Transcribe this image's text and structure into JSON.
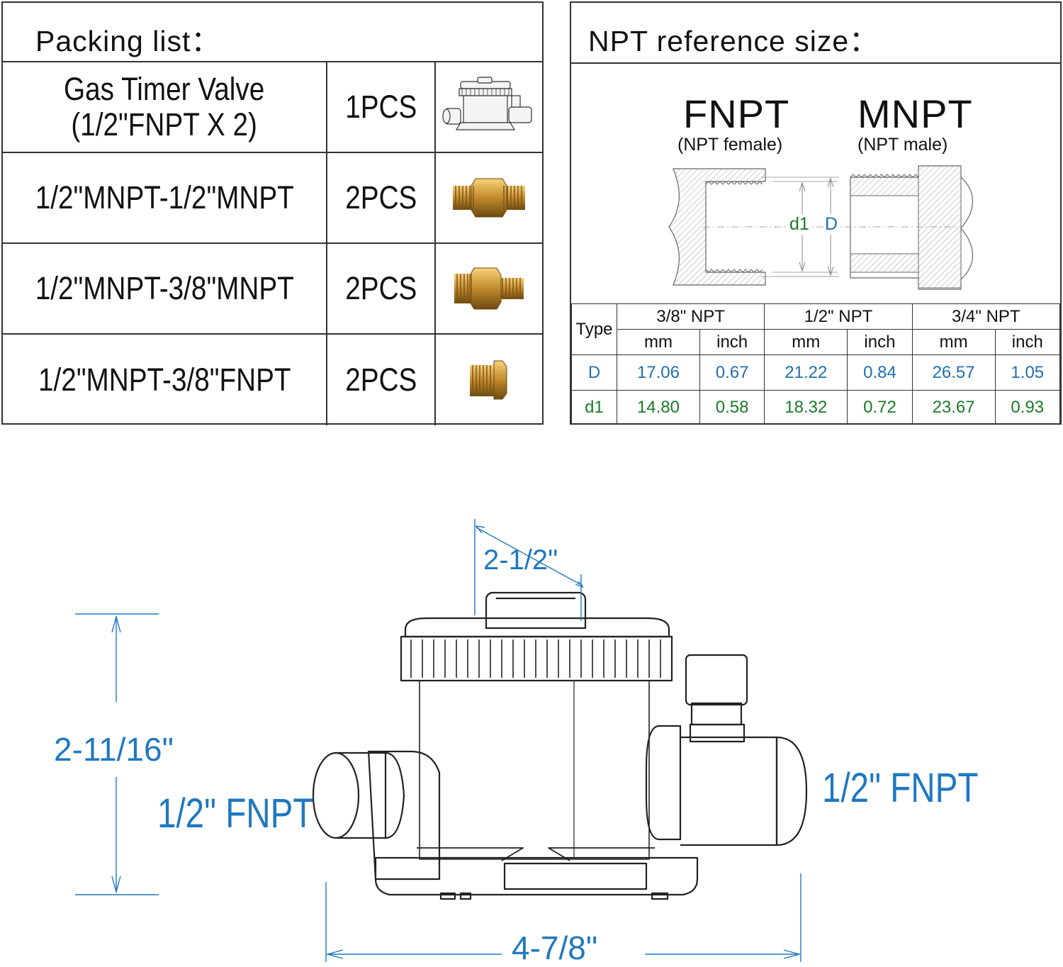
{
  "packing": {
    "title": "Packing list：",
    "rows": [
      {
        "name_line1": "Gas Timer Valve",
        "name_line2": "(1/2\"FNPT  X 2)",
        "qty": "1PCS",
        "image": "gas-timer-valve-thumbnail"
      },
      {
        "name_line1": "1/2\"MNPT-1/2\"MNPT",
        "qty": "2PCS",
        "image": "brass-hex-nipple"
      },
      {
        "name_line1": "1/2\"MNPT-3/8\"MNPT",
        "qty": "2PCS",
        "image": "brass-reducing-nipple"
      },
      {
        "name_line1": "1/2\"MNPT-3/8\"FNPT",
        "qty": "2PCS",
        "image": "brass-bushing"
      }
    ]
  },
  "npt": {
    "title": "NPT reference size：",
    "fnpt_label": "FNPT",
    "fnpt_sub": "(NPT female)",
    "mnpt_label": "MNPT",
    "mnpt_sub": "(NPT male)",
    "d1_label": "d1",
    "D_label": "D",
    "table": {
      "type_header": "Type",
      "groups": [
        "3/8\" NPT",
        "1/2\" NPT",
        "3/4\" NPT"
      ],
      "units": [
        "mm",
        "inch",
        "mm",
        "inch",
        "mm",
        "inch"
      ],
      "rows": [
        {
          "label": "D",
          "values": [
            "17.06",
            "0.67",
            "21.22",
            "0.84",
            "26.57",
            "1.05"
          ]
        },
        {
          "label": "d1",
          "values": [
            "14.80",
            "0.58",
            "18.32",
            "0.72",
            "23.67",
            "0.93"
          ]
        }
      ]
    }
  },
  "dimensions": {
    "top": "2-1/2\"",
    "height": "2-11/16\"",
    "width": "4-7/8\"",
    "left_port": "1/2\" FNPT",
    "right_port": "1/2\" FNPT"
  },
  "colors": {
    "dimension": "#1f78c0",
    "d_row": "#1f6fb0",
    "d1_row": "#1a7a2a"
  }
}
